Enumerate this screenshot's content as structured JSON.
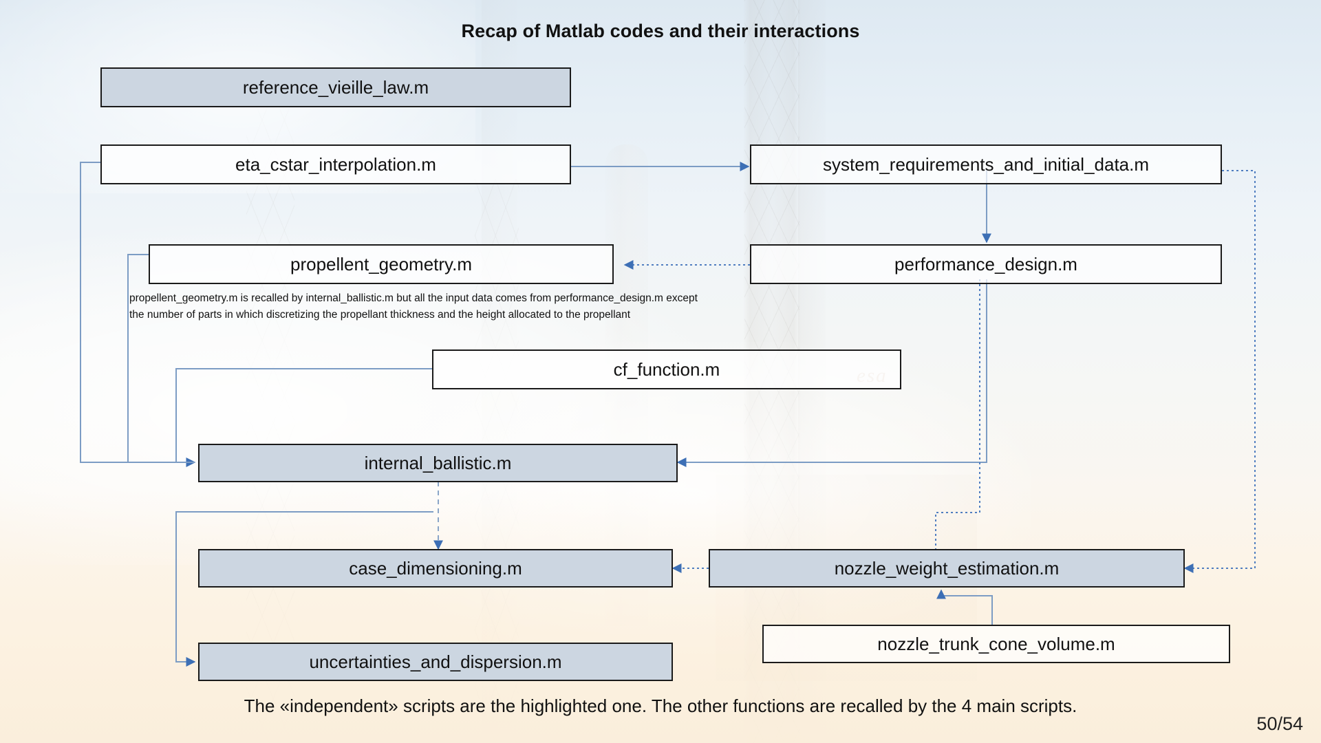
{
  "slide": {
    "title": "Recap of Matlab codes and their interactions",
    "caption": "The «independent» scripts are the highlighted one. The other functions are recalled by the 4 main scripts.",
    "page_number": "50/54"
  },
  "note": {
    "line1": "propellent_geometry.m is recalled by internal_ballistic.m but all the input data comes from performance_design.m except",
    "line2": "the number of parts in which discretizing the propellant thickness and the height allocated to the propellant"
  },
  "colors": {
    "highlight_fill": "#ccd6e1",
    "node_border": "#1a1a1a",
    "solid_arrow": "#7c9cc4",
    "dotted_arrow": "#4f7dc0",
    "dashed_arrow": "#8aa5c8"
  },
  "nodes": [
    {
      "id": "reference_vieille_law",
      "label": "reference_vieille_law.m",
      "highlighted": true
    },
    {
      "id": "eta_cstar_interpolation",
      "label": "eta_cstar_interpolation.m",
      "highlighted": false
    },
    {
      "id": "system_requirements",
      "label": "system_requirements_and_initial_data.m",
      "highlighted": false
    },
    {
      "id": "propellent_geometry",
      "label": "propellent_geometry.m",
      "highlighted": false
    },
    {
      "id": "performance_design",
      "label": "performance_design.m",
      "highlighted": false
    },
    {
      "id": "cf_function",
      "label": "cf_function.m",
      "highlighted": false
    },
    {
      "id": "internal_ballistic",
      "label": "internal_ballistic.m",
      "highlighted": true
    },
    {
      "id": "case_dimensioning",
      "label": "case_dimensioning.m",
      "highlighted": true
    },
    {
      "id": "nozzle_weight_estimation",
      "label": "nozzle_weight_estimation.m",
      "highlighted": true
    },
    {
      "id": "uncertainties_and_dispersion",
      "label": "uncertainties_and_dispersion.m",
      "highlighted": true
    },
    {
      "id": "nozzle_trunk_cone_volume",
      "label": "nozzle_trunk_cone_volume.m",
      "highlighted": false
    }
  ],
  "edges": [
    {
      "from": "eta_cstar_interpolation",
      "to": "system_requirements",
      "style": "solid"
    },
    {
      "from": "eta_cstar_interpolation",
      "to": "internal_ballistic",
      "style": "solid"
    },
    {
      "from": "system_requirements",
      "to": "performance_design",
      "style": "solid"
    },
    {
      "from": "system_requirements",
      "to": "nozzle_weight_estimation",
      "style": "dotted"
    },
    {
      "from": "performance_design",
      "to": "propellent_geometry",
      "style": "dotted"
    },
    {
      "from": "performance_design",
      "to": "internal_ballistic",
      "style": "solid"
    },
    {
      "from": "performance_design",
      "to": "nozzle_weight_estimation",
      "style": "dotted"
    },
    {
      "from": "propellent_geometry",
      "to": "internal_ballistic",
      "style": "solid"
    },
    {
      "from": "cf_function",
      "to": "internal_ballistic",
      "style": "solid"
    },
    {
      "from": "internal_ballistic",
      "to": "case_dimensioning",
      "style": "dashed"
    },
    {
      "from": "internal_ballistic",
      "to": "uncertainties_and_dispersion",
      "style": "solid"
    },
    {
      "from": "nozzle_weight_estimation",
      "to": "case_dimensioning",
      "style": "dotted"
    },
    {
      "from": "nozzle_trunk_cone_volume",
      "to": "nozzle_weight_estimation",
      "style": "solid"
    }
  ]
}
